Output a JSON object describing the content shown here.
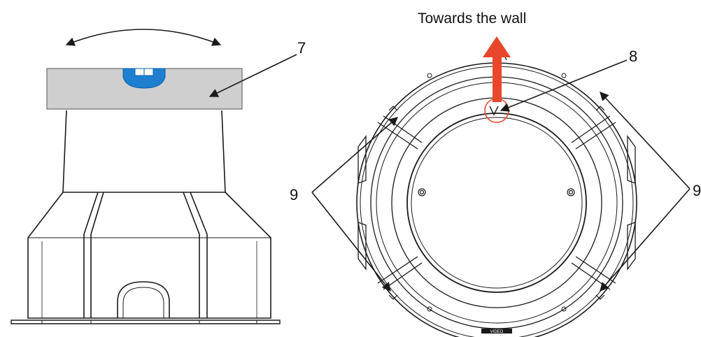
{
  "labels": {
    "direction": "Towards the wall",
    "callout_7": "7",
    "callout_8": "8",
    "callout_9_left": "9",
    "callout_9_right": "9"
  },
  "base_marking": "VIDEO",
  "colors": {
    "line": "#1a1a1a",
    "level_body": "#cfcfcf",
    "level_bubble": "#1e7fd0",
    "arrow": "#e8472b",
    "ring_highlight": "#e8472b"
  }
}
